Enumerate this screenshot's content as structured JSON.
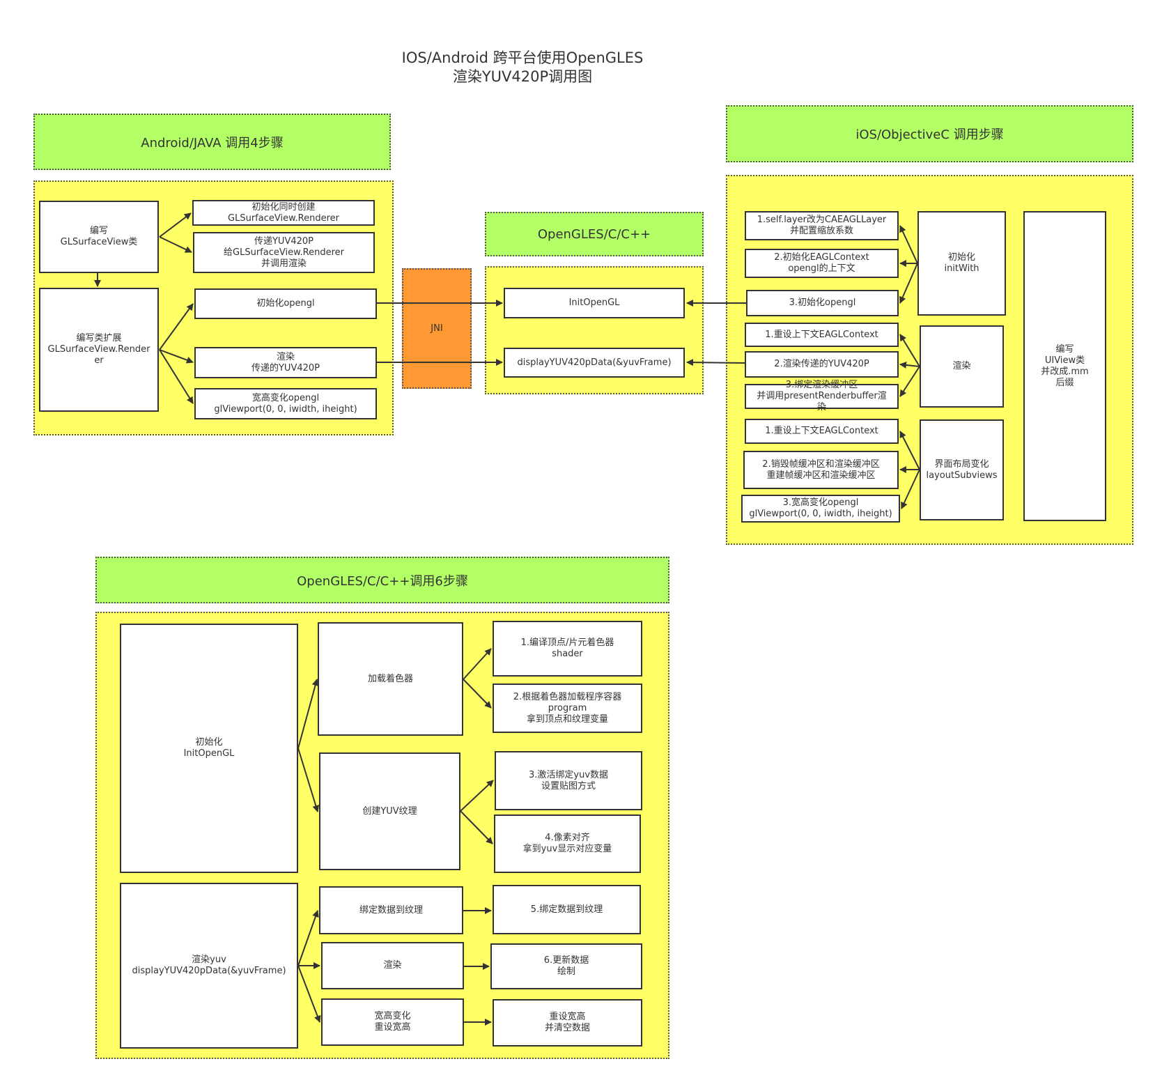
{
  "title": {
    "line1": "IOS/Android  跨平台使用OpenGLES",
    "line2": "渲染YUV420P调用图"
  },
  "android": {
    "header": "Android/JAVA 调用4步骤",
    "write_class": [
      "编写",
      "GLSurfaceView类"
    ],
    "init_create": [
      "初始化同时创建",
      "GLSurfaceView.Renderer"
    ],
    "pass_yuv": [
      "传递YUV420P",
      "给GLSurfaceView.Renderer",
      "并调用渲染"
    ],
    "write_ext": [
      "编写类扩展",
      "GLSurfaceView.Render",
      "er"
    ],
    "init_opengl": [
      "初始化opengl"
    ],
    "render": [
      "渲染",
      "传递的YUV420P"
    ],
    "resize": [
      "宽高变化opengl",
      "glViewport(0, 0, iwidth, iheight)"
    ]
  },
  "jni": {
    "label": "JNI"
  },
  "core": {
    "header": "OpenGLES/C/C++",
    "init": [
      "InitOpenGL"
    ],
    "display": [
      "displayYUV420pData(&yuvFrame)"
    ]
  },
  "ios": {
    "header": "iOS/ObjectiveC 调用步骤",
    "s1": [
      "1.self.layer改为CAEAGLLayer",
      "并配置缩放系数"
    ],
    "s2": [
      "2.初始化EAGLContext",
      "opengl的上下文"
    ],
    "s3": [
      "3.初始化opengl"
    ],
    "init": [
      "初始化",
      "initWith"
    ],
    "r1": [
      "1.重设上下文EAGLContext"
    ],
    "r2": [
      "2.渲染传递的YUV420P"
    ],
    "r3": [
      "3.绑定渲染缓冲区",
      "并调用presentRenderbuffer渲",
      "染"
    ],
    "render": [
      "渲染"
    ],
    "l1": [
      "1.重设上下文EAGLContext"
    ],
    "l2": [
      "2.销毁帧缓冲区和渲染缓冲区",
      "重建帧缓冲区和渲染缓冲区"
    ],
    "l3": [
      "3.宽高变化opengl",
      "glViewport(0, 0, iwidth, iheight)"
    ],
    "layout": [
      "界面布局变化",
      "layoutSubviews"
    ],
    "uiview": [
      "编写",
      "UIView类",
      "并改成.mm",
      "后缀"
    ]
  },
  "steps": {
    "header": "OpenGLES/C/C++调用6步骤",
    "init": [
      "初始化",
      "InitOpenGL"
    ],
    "load_shader": [
      "加载着色器"
    ],
    "s1": [
      "1.编译顶点/片元着色器",
      "shader"
    ],
    "s2": [
      "2.根据着色器加载程序容器",
      "program",
      "拿到顶点和纹理变量"
    ],
    "create_tex": [
      "创建YUV纹理"
    ],
    "s3": [
      "3.激活绑定yuv数据",
      "设置贴图方式"
    ],
    "s4": [
      "4.像素对齐",
      "拿到yuv显示对应变量"
    ],
    "render_yuv": [
      "渲染yuv",
      "displayYUV420pData(&yuvFrame)"
    ],
    "bind_data": [
      "绑定数据到纹理"
    ],
    "s5": [
      "5.绑定数据到纹理"
    ],
    "render": [
      "渲染"
    ],
    "s6": [
      "6.更新数据",
      "绘制"
    ],
    "resize": [
      "宽高变化",
      "重设宽高"
    ],
    "reset": [
      "重设宽高",
      "并清空数据"
    ]
  }
}
